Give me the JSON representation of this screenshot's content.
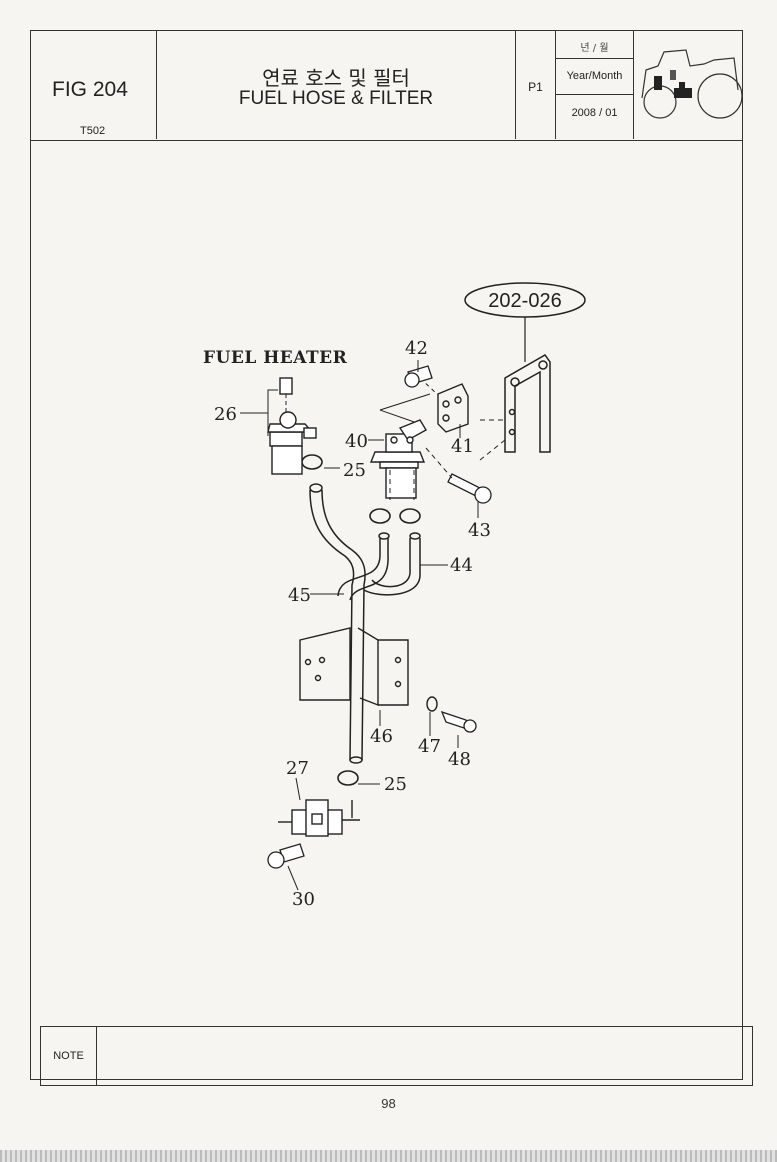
{
  "header": {
    "fig_number": "FIG 204",
    "model": "T502",
    "title_korean": "연료 호스 및 필터",
    "title_english": "FUEL HOSE & FILTER",
    "page_code": "P1",
    "year_month_korean": "년 / 월",
    "year_month_label": "Year/Month",
    "date": "2008 / 01",
    "thumbnail_icon": "tractor-icon"
  },
  "diagram": {
    "section_label": "FUEL HEATER",
    "reference_part": "202-026",
    "callouts": [
      "26",
      "25",
      "40",
      "41",
      "42",
      "43",
      "44",
      "45",
      "46",
      "47",
      "48",
      "27",
      "25",
      "30"
    ]
  },
  "footer": {
    "note_label": "NOTE",
    "note_text": "",
    "page_number": "98"
  }
}
